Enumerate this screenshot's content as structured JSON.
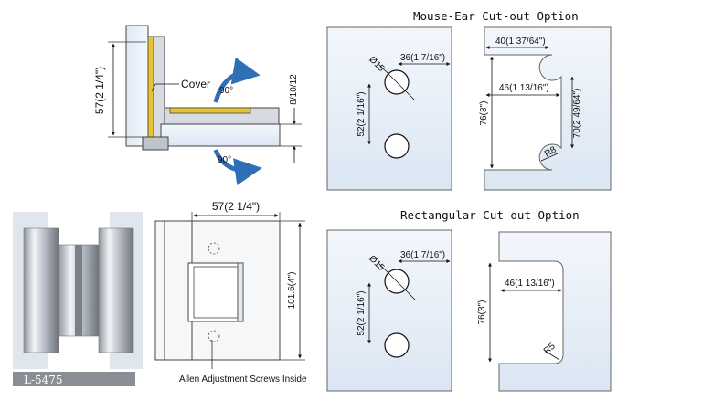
{
  "titles": {
    "mouse_ear": "Mouse-Ear Cut-out Option",
    "rectangular": "Rectangular Cut-out Option"
  },
  "side_view": {
    "height_dim": "57(2 1/4\")",
    "cover_label": "Cover",
    "rotate_up": "90°",
    "rotate_down": "90°",
    "glass_dim": "8/10/12"
  },
  "front_view": {
    "width_dim": "57(2 1/4\")",
    "height_dim": "101.6(4\")",
    "screws_note": "Allen Adjustment Screws Inside"
  },
  "product": {
    "code": "L-5475"
  },
  "holes_mouse": {
    "diameter": "Ø15",
    "offset_x": "36(1 7/16\")",
    "spacing_y": "52(2 1/16\")"
  },
  "cutout_mouse": {
    "ear_width": "40(1 37/64\")",
    "depth": "46(1 13/16\")",
    "height": "76(3\")",
    "inner_height": "70(2 49/64\")",
    "radius": "R8"
  },
  "holes_rect": {
    "diameter": "Ø15",
    "offset_x": "36(1 7/16\")",
    "spacing_y": "52(2 1/16\")"
  },
  "cutout_rect": {
    "depth": "46(1 13/16\")",
    "height": "76(3\")",
    "radius": "R5"
  },
  "colors": {
    "glass": "#e6eef8",
    "cover": "#e8c530",
    "metal": "#c9ced6",
    "code_bg": "#8a8d93"
  }
}
